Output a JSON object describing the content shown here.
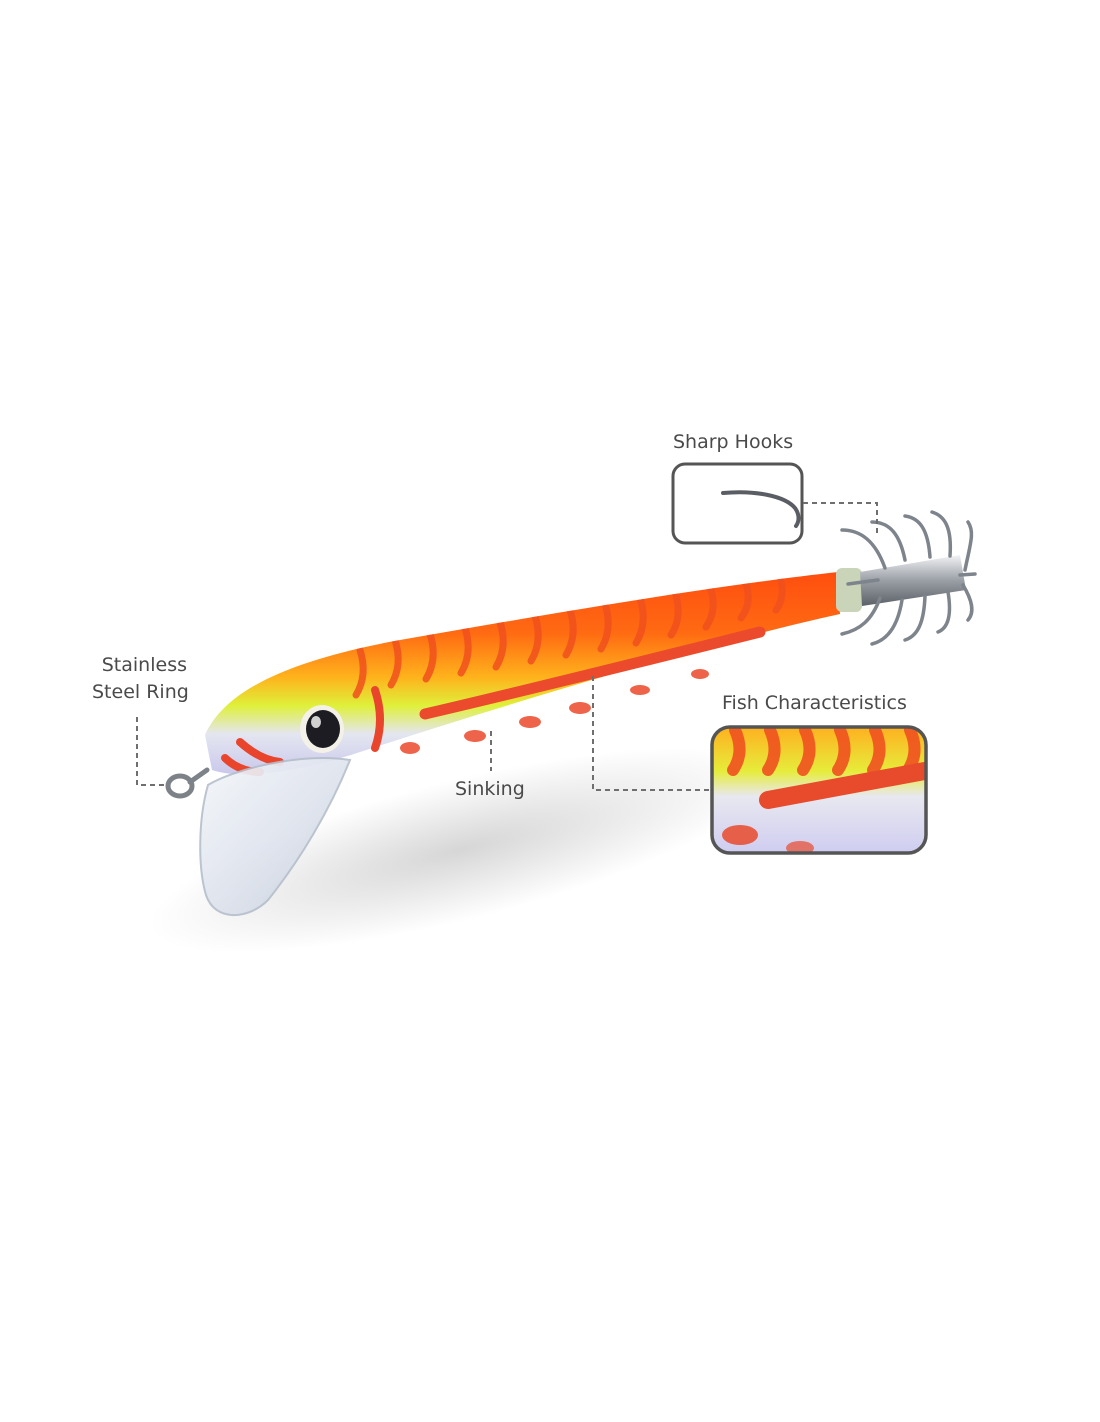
{
  "title": "",
  "callouts": {
    "sharp_hooks": "Sharp Hooks",
    "ring_line1": "Stainless",
    "ring_line2": "Steel Ring",
    "sinking": "Sinking",
    "fish_characteristics": "Fish Characteristics"
  },
  "colors": {
    "label_text": "#4a4a4a",
    "leader_line": "#6f6f6f",
    "box_border": "#555555",
    "lure_orange": "#ff5a14",
    "lure_yellow": "#d8ee32",
    "lure_belly": "#d7d6f0",
    "lure_red_marks": "#e8452c",
    "bib_clear": "#e7ecf4",
    "hook_steel": "#8a8f96"
  }
}
